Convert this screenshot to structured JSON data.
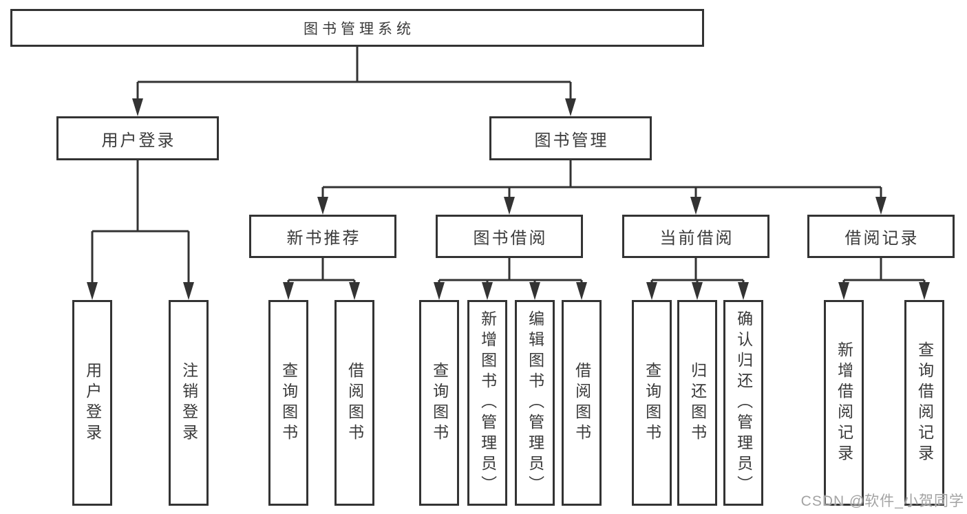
{
  "diagram_type": "functional-structure-tree",
  "tree": {
    "label": "图书管理系统",
    "children": [
      {
        "label": "用户登录",
        "children": [
          {
            "label": "用户登录"
          },
          {
            "label": "注销登录"
          }
        ]
      },
      {
        "label": "图书管理",
        "children": [
          {
            "label": "新书推荐",
            "children": [
              {
                "label": "查询图书"
              },
              {
                "label": "借阅图书"
              }
            ]
          },
          {
            "label": "图书借阅",
            "children": [
              {
                "label": "查询图书"
              },
              {
                "label": "新增图书（管理员）"
              },
              {
                "label": "编辑图书（管理员）"
              },
              {
                "label": "借阅图书"
              }
            ]
          },
          {
            "label": "当前借阅",
            "children": [
              {
                "label": "查询图书"
              },
              {
                "label": "归还图书"
              },
              {
                "label": "确认归还（管理员）"
              }
            ]
          },
          {
            "label": "借阅记录",
            "children": [
              {
                "label": "新增借阅记录"
              },
              {
                "label": "查询借阅记录"
              }
            ]
          }
        ]
      }
    ]
  },
  "watermark": {
    "text": "CSDN @软件_小贺同学"
  },
  "colors": {
    "line": "#333333",
    "box_border": "#333333",
    "text": "#3a3a3a",
    "background": "#ffffff",
    "watermark": "#a3a3a3"
  }
}
